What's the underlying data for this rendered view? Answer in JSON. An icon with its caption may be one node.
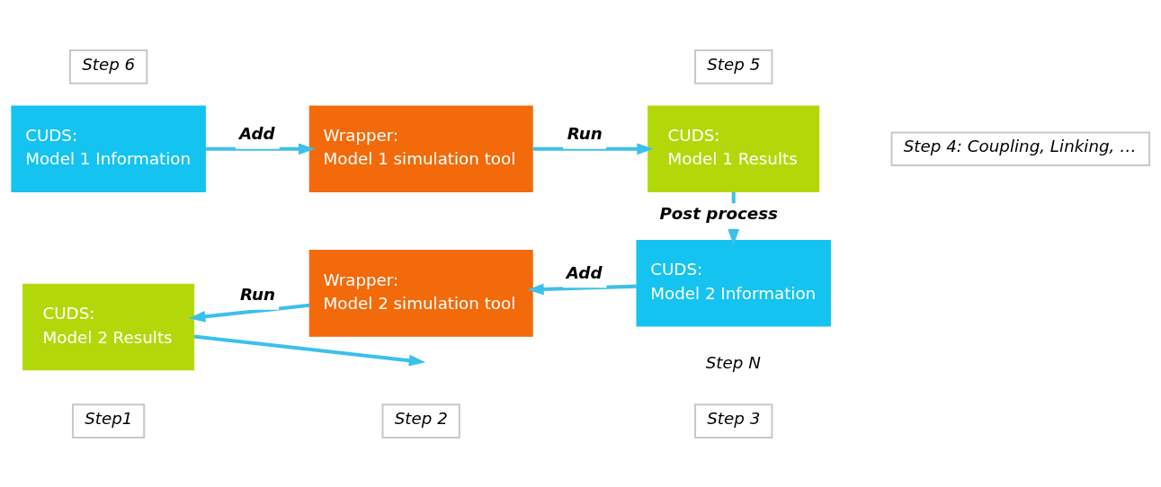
{
  "diagram": {
    "nodes": [
      {
        "text": [
          "Step1"
        ]
      },
      {
        "text": [
          "Step 2"
        ]
      },
      {
        "text": [
          "Step 3"
        ]
      },
      {
        "text": [
          "CUDS:",
          "Model 1 Information"
        ]
      },
      {
        "text": [
          "Wrapper:",
          "Model 1 simulation tool"
        ]
      },
      {
        "text": [
          "CUDS:",
          "Model 1 Results"
        ]
      },
      {
        "text": [
          "Step 6"
        ]
      },
      {
        "text": [
          "Step 5"
        ]
      },
      {
        "text": [
          "Step 4: Coupling, Linking, …"
        ]
      },
      {
        "text": [
          "CUDS:",
          "Model 2 Results"
        ]
      },
      {
        "text": [
          "Wrapper:",
          "Model 2 simulation tool"
        ]
      },
      {
        "text": [
          "CUDS:",
          "Model 2 Information"
        ]
      }
    ],
    "edges": [
      {
        "from": 3,
        "to": 4,
        "arrow": "to",
        "label": "Add"
      },
      {
        "from": 4,
        "to": 5,
        "arrow": "to",
        "label": "Run"
      },
      {
        "from": 5,
        "to": 11,
        "arrow": "to",
        "label": "Post process"
      },
      {
        "from": 11,
        "to": 10,
        "arrow": "to",
        "label": "Add"
      },
      {
        "from": 10,
        "to": 9,
        "arrow": "to",
        "label": "Run"
      },
      {
        "from": 9,
        "to": null,
        "arrow": "to"
      }
    ],
    "labels": [
      "Step N"
    ]
  }
}
